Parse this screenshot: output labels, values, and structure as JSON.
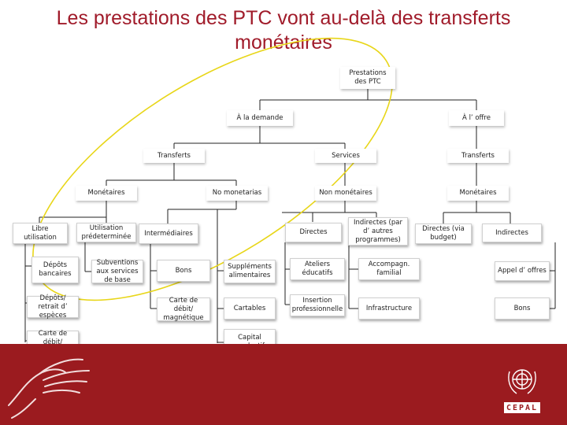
{
  "title": "Les prestations des PTC vont au-delà des transferts monétaires",
  "colors": {
    "title": "#a01b2a",
    "footer": "#9b1b1f",
    "highlight_ellipse": "#e8d619"
  },
  "nodes": {
    "root": "Prestations des PTC",
    "demande": "À la demande",
    "offre": "À l’ offre",
    "transferts_demande": "Transferts",
    "services": "Services",
    "transferts_offre": "Transferts",
    "monetaires_demande": "Monétaires",
    "no_monetarias": "No monetarias",
    "non_monetaires": "Non monétaires",
    "monetaires_offre": "Monétaires",
    "libre_utilisation": "Libre utilisation",
    "utilisation_predeterminee": "Utilisation prédeterminée",
    "intermediaires": "Intermédiaires",
    "directes_services": "Directes",
    "indirectes_programmes": "Indirectes (par d’ autres programmes)",
    "directes_budget": "Directes (via budget)",
    "indirectes_offre": "Indirectes",
    "depots_bancaires": "Dépôts bancaires",
    "subventions": "Subventions aux services de base",
    "bons_demande": "Bons",
    "supplements": "Suppléments alimentaires",
    "ateliers": "Ateliers éducatifs",
    "accompagn": "Accompagn. familial",
    "appel_offres": "Appel d’ offres",
    "depots_retrait": "Dépôts/ retrait d’ espèces",
    "carte_debit_1": "Carte de débit/ magnétique",
    "cartables": "Cartables",
    "insertion": "Insertion professionnelle",
    "infrastructure": "Infrastructure",
    "bons_offre": "Bons",
    "carte_debit_2": "Carte de débit/ magnétique",
    "capital": "Capital productif"
  },
  "icons": [
    "hand-drawing-icon",
    "un-emblem-icon"
  ],
  "logo_text": "CEPAL"
}
